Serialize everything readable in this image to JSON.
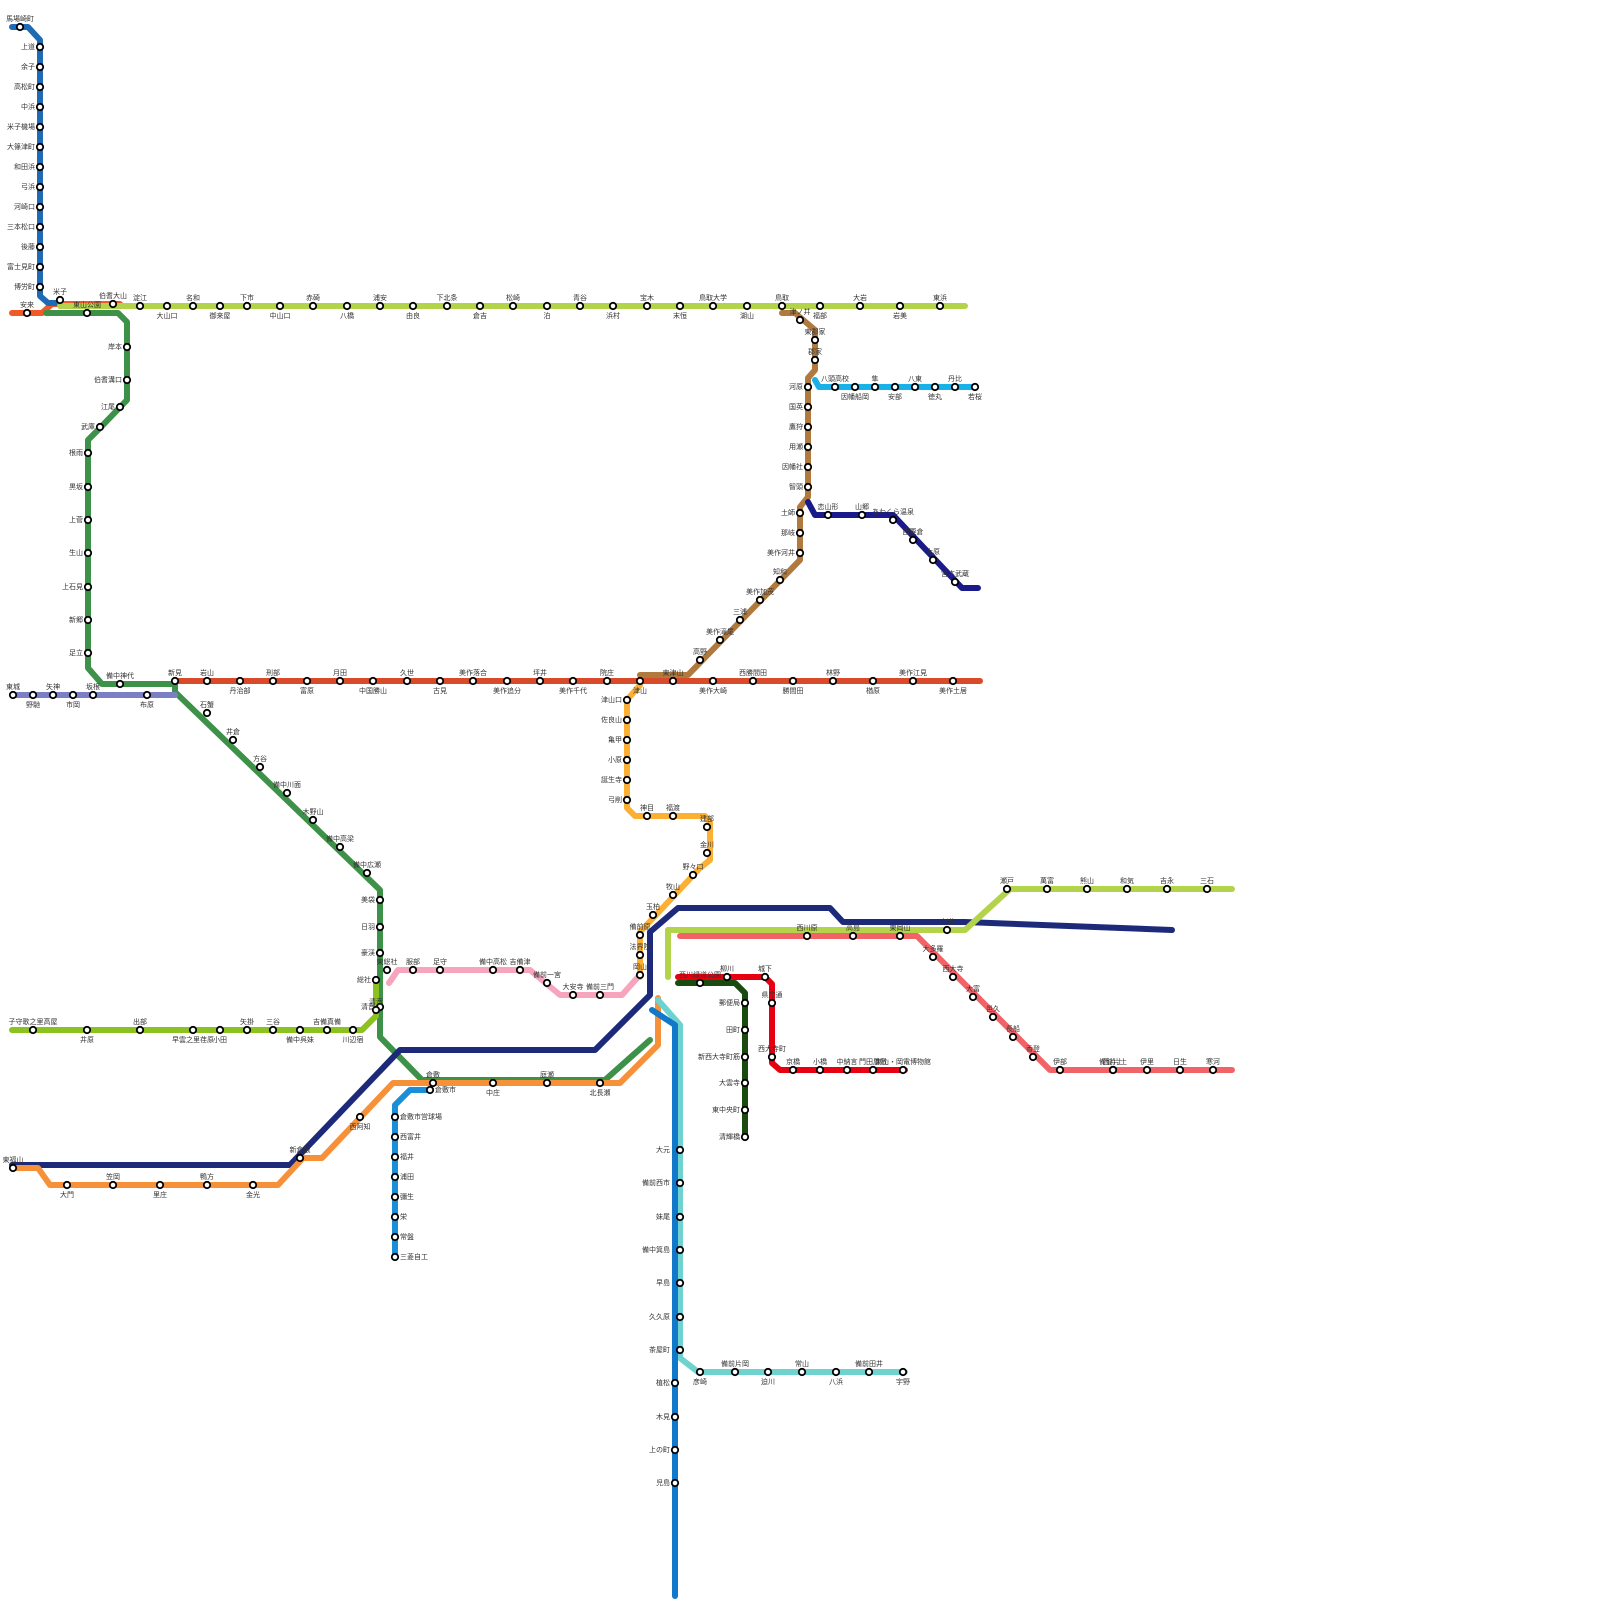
{
  "lines": {
    "sakai": {
      "color": "#1f6ab5"
    },
    "sanin_main_west": {
      "color": "#f05a28"
    },
    "sanin_main": {
      "color": "#b3d34a"
    },
    "hakubi": {
      "color": "#3e9148"
    },
    "geibi": {
      "color": "#7b7fc4"
    },
    "kishin": {
      "color": "#d94a2a"
    },
    "inbi": {
      "color": "#b07a3e"
    },
    "wakasa": {
      "color": "#1ab1e8"
    },
    "chizu": {
      "color": "#1a1a8a"
    },
    "tsuyama": {
      "color": "#fbb034"
    },
    "kibi": {
      "color": "#f6a5bd"
    },
    "fukuen": {
      "color": "#8cc21f"
    },
    "sanyo_shinkansen": {
      "color": "#1d2a7a"
    },
    "sanyo_main": {
      "color": "#f6913a"
    },
    "ako": {
      "color": "#f26368"
    },
    "mizushima": {
      "color": "#1a8fd8"
    },
    "okaden_higashiyama": {
      "color": "#e60012"
    },
    "okaden_seikibashi": {
      "color": "#1a4a10"
    },
    "uno": {
      "color": "#6ed2cf"
    },
    "seto_ohashi": {
      "color": "#1278c9"
    }
  },
  "stations": {
    "sakai": {
      "s1": "馬場崎町",
      "s2": "上道",
      "s3": "余子",
      "s4": "高松町",
      "s5": "中浜",
      "s6": "米子機場",
      "s7": "大篠津町",
      "s8": "和田浜",
      "s9": "弓浜",
      "s10": "河崎口",
      "s11": "三本松口",
      "s12": "後藤",
      "s13": "富士見町",
      "s14": "博労町"
    },
    "west": {
      "yasugi": "安来",
      "yonago": "米子",
      "higashiyamakoen": "東山公園",
      "hakiodaisen": "伯耆大山"
    },
    "sanin": {
      "s1": "淀江",
      "s2": "大山口",
      "s3": "名和",
      "s4": "御来屋",
      "s5": "下市",
      "s6": "中山口",
      "s7": "赤碕",
      "s8": "八橋",
      "s9": "浦安",
      "s10": "由良",
      "s11": "下北条",
      "s12": "倉吉",
      "s13": "松崎",
      "s14": "泊",
      "s15": "青谷",
      "s16": "浜村",
      "s17": "宝木",
      "s18": "末恒",
      "s19": "鳥取大学",
      "s20": "湖山",
      "s21": "鳥取",
      "s22": "福部",
      "s23": "大岩",
      "s24": "岩美",
      "s25": "東浜"
    },
    "hakubi": {
      "s1": "岸本",
      "s2": "伯耆溝口",
      "s3": "江尾",
      "s4": "武庫",
      "s5": "根雨",
      "s6": "黒坂",
      "s7": "上菅",
      "s8": "生山",
      "s9": "上石見",
      "s10": "新郷",
      "s11": "足立",
      "s12": "備中神代",
      "s13": "新見",
      "s14": "石蟹",
      "s15": "井倉",
      "s16": "方谷",
      "s17": "備中川面",
      "s18": "木野山",
      "s19": "備中高梁",
      "s20": "備中広瀬",
      "s21": "美袋",
      "s22": "日羽",
      "s23": "豪渓",
      "s24": "総社",
      "s25": "清音"
    },
    "geibi": {
      "s1": "東城",
      "s2": "野馳",
      "s3": "矢神",
      "s4": "市岡",
      "s5": "坂根",
      "s6": "布原"
    },
    "kishin": {
      "s1": "岩山",
      "s2": "丹治部",
      "s3": "刑部",
      "s4": "富原",
      "s5": "月田",
      "s6": "中国勝山",
      "s7": "久世",
      "s8": "古見",
      "s9": "美作落合",
      "s10": "美作追分",
      "s11": "坪井",
      "s12": "美作千代",
      "s13": "院庄",
      "s14": "津山",
      "s15": "東津山",
      "s16": "美作大崎",
      "s17": "西勝間田",
      "s18": "勝間田",
      "s19": "林野",
      "s20": "楢原",
      "s21": "美作江見",
      "s22": "美作土居"
    },
    "inbi": {
      "s1": "津ノ井",
      "s2": "東郡家",
      "s3": "郡家",
      "s4": "河原",
      "s5": "国英",
      "s6": "鷹狩",
      "s7": "用瀬",
      "s8": "因幡社",
      "s9": "智頭",
      "s10": "土師",
      "s11": "那岐",
      "s12": "美作河井",
      "s13": "知和",
      "s14": "美作加茂",
      "s15": "三浦",
      "s16": "美作滝尾",
      "s17": "高野"
    },
    "wakasa": {
      "s1": "八頭高校",
      "s2": "因幡船岡",
      "s3": "隼",
      "s4": "安部",
      "s5": "八東",
      "s6": "徳丸",
      "s7": "丹比",
      "s8": "若桜"
    },
    "chizu": {
      "s1": "恋山形",
      "s2": "山郷",
      "s3": "あわくら温泉",
      "s4": "西粟倉",
      "s5": "大原",
      "s6": "宮本武蔵"
    },
    "tsuyama": {
      "s1": "津山口",
      "s2": "佐良山",
      "s3": "亀甲",
      "s4": "小原",
      "s5": "誕生寺",
      "s6": "弓削",
      "s7": "神目",
      "s8": "福渡",
      "s9": "建部",
      "s10": "金川",
      "s11": "野々口",
      "s12": "牧山",
      "s13": "玉柏",
      "s14": "備前原",
      "s15": "法界院",
      "s16": "岡山"
    },
    "kibi": {
      "s1": "東総社",
      "s2": "服部",
      "s3": "足守",
      "s4": "備中高松",
      "s5": "吉備津",
      "s6": "備前一宮",
      "s7": "大安寺",
      "s8": "備前三門"
    },
    "fukuen": {
      "s1": "子守歌之里高屋",
      "s2": "井原",
      "s3": "出部",
      "s4": "早雲之里荏原",
      "s5": "吉備真備",
      "s6": "川辺宿",
      "s7": "矢掛",
      "s8": "小田",
      "s9": "三谷",
      "s10": "備中呉妹",
      "s11": "清音"
    },
    "sanyo": {
      "s1": "東福山",
      "s2": "大門",
      "s3": "笠岡",
      "s4": "里庄",
      "s5": "鴨方",
      "s6": "金光",
      "s7": "新倉敷",
      "s8": "西阿知",
      "s9": "倉敷",
      "s10": "中庄",
      "s11": "庭瀬",
      "s12": "北長瀬"
    },
    "ako": {
      "s1": "西川原",
      "s2": "高島",
      "s3": "東岡山",
      "s4": "大多羅",
      "s5": "西大寺",
      "s6": "大富",
      "s7": "邑久",
      "s8": "長船",
      "s9": "香登",
      "s10": "伊部",
      "s11": "西片上",
      "s12": "備前片上",
      "s13": "伊里",
      "s14": "日生",
      "s15": "寒河",
      "s16": "上道",
      "s17": "瀬戸",
      "s18": "萬富",
      "s19": "熊山",
      "s20": "和気",
      "s21": "吉永",
      "s22": "三石"
    },
    "mizushima": {
      "s1": "倉敷市",
      "s2": "倉敷市営球場",
      "s3": "西富井",
      "s4": "福井",
      "s5": "浦田",
      "s6": "彌生",
      "s7": "栄",
      "s8": "常盤",
      "s9": "三菱自工"
    },
    "okaden": {
      "s1": "柳川",
      "s2": "城下",
      "s3": "西川緑道公園",
      "s4": "郵便局",
      "s5": "県庁通",
      "s6": "田町",
      "s7": "新西大寺町筋",
      "s8": "西大寺町",
      "s9": "大雲寺",
      "s10": "東中央町",
      "s11": "清輝橋",
      "s12": "小橋",
      "s13": "京橋",
      "s14": "中納言",
      "s15": "門田屋敷",
      "s16": "東山・岡電博物館"
    },
    "uno": {
      "s1": "大元",
      "s2": "備前西市",
      "s3": "妹尾",
      "s4": "備中箕島",
      "s5": "早島",
      "s6": "久久原",
      "s7": "茶屋町",
      "s8": "彦崎",
      "s9": "備前片岡",
      "s10": "迫川",
      "s11": "常山",
      "s12": "八浜",
      "s13": "備前田井",
      "s14": "宇野"
    },
    "seto": {
      "s1": "植松",
      "s2": "木見",
      "s3": "上の町",
      "s4": "児島"
    }
  }
}
